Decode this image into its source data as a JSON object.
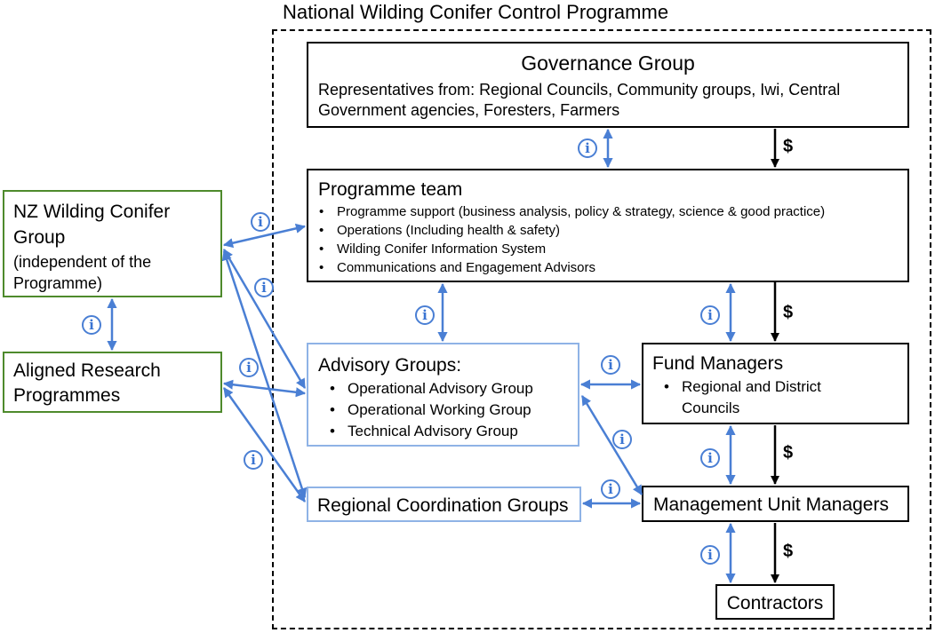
{
  "programme_title": "National Wilding Conifer Control Programme",
  "governance": {
    "title": "Governance Group",
    "line1": "Representatives from: Regional Councils, Community groups, Iwi, Central",
    "line2": "Government agencies, Foresters, Farmers"
  },
  "programme_team": {
    "title": "Programme team",
    "items": [
      "Programme support (business analysis, policy & strategy, science & good practice)",
      "Operations (Including health & safety)",
      "Wilding Conifer Information System",
      "Communications and Engagement Advisors"
    ]
  },
  "nz_group": {
    "line1": "NZ Wilding Conifer",
    "line2": "Group",
    "line3": "(independent of the",
    "line4": "Programme)"
  },
  "aligned_research": {
    "line1": "Aligned Research",
    "line2": "Programmes"
  },
  "advisory": {
    "title": "Advisory Groups:",
    "items": [
      "Operational Advisory Group",
      "Operational Working Group",
      "Technical Advisory Group"
    ]
  },
  "fund_managers": {
    "title": "Fund Managers",
    "item_line1": "Regional and District",
    "item_line2": "Councils"
  },
  "regional_coordination": "Regional Coordination Groups",
  "management_unit": "Management Unit Managers",
  "contractors": "Contractors",
  "symbols": {
    "info": "i",
    "money": "$"
  },
  "colors": {
    "info_arrow": "#4a7fd4",
    "funding_arrow": "#000000",
    "external_border": "#4e8a2c",
    "advisory_border": "#8fb3e6"
  }
}
